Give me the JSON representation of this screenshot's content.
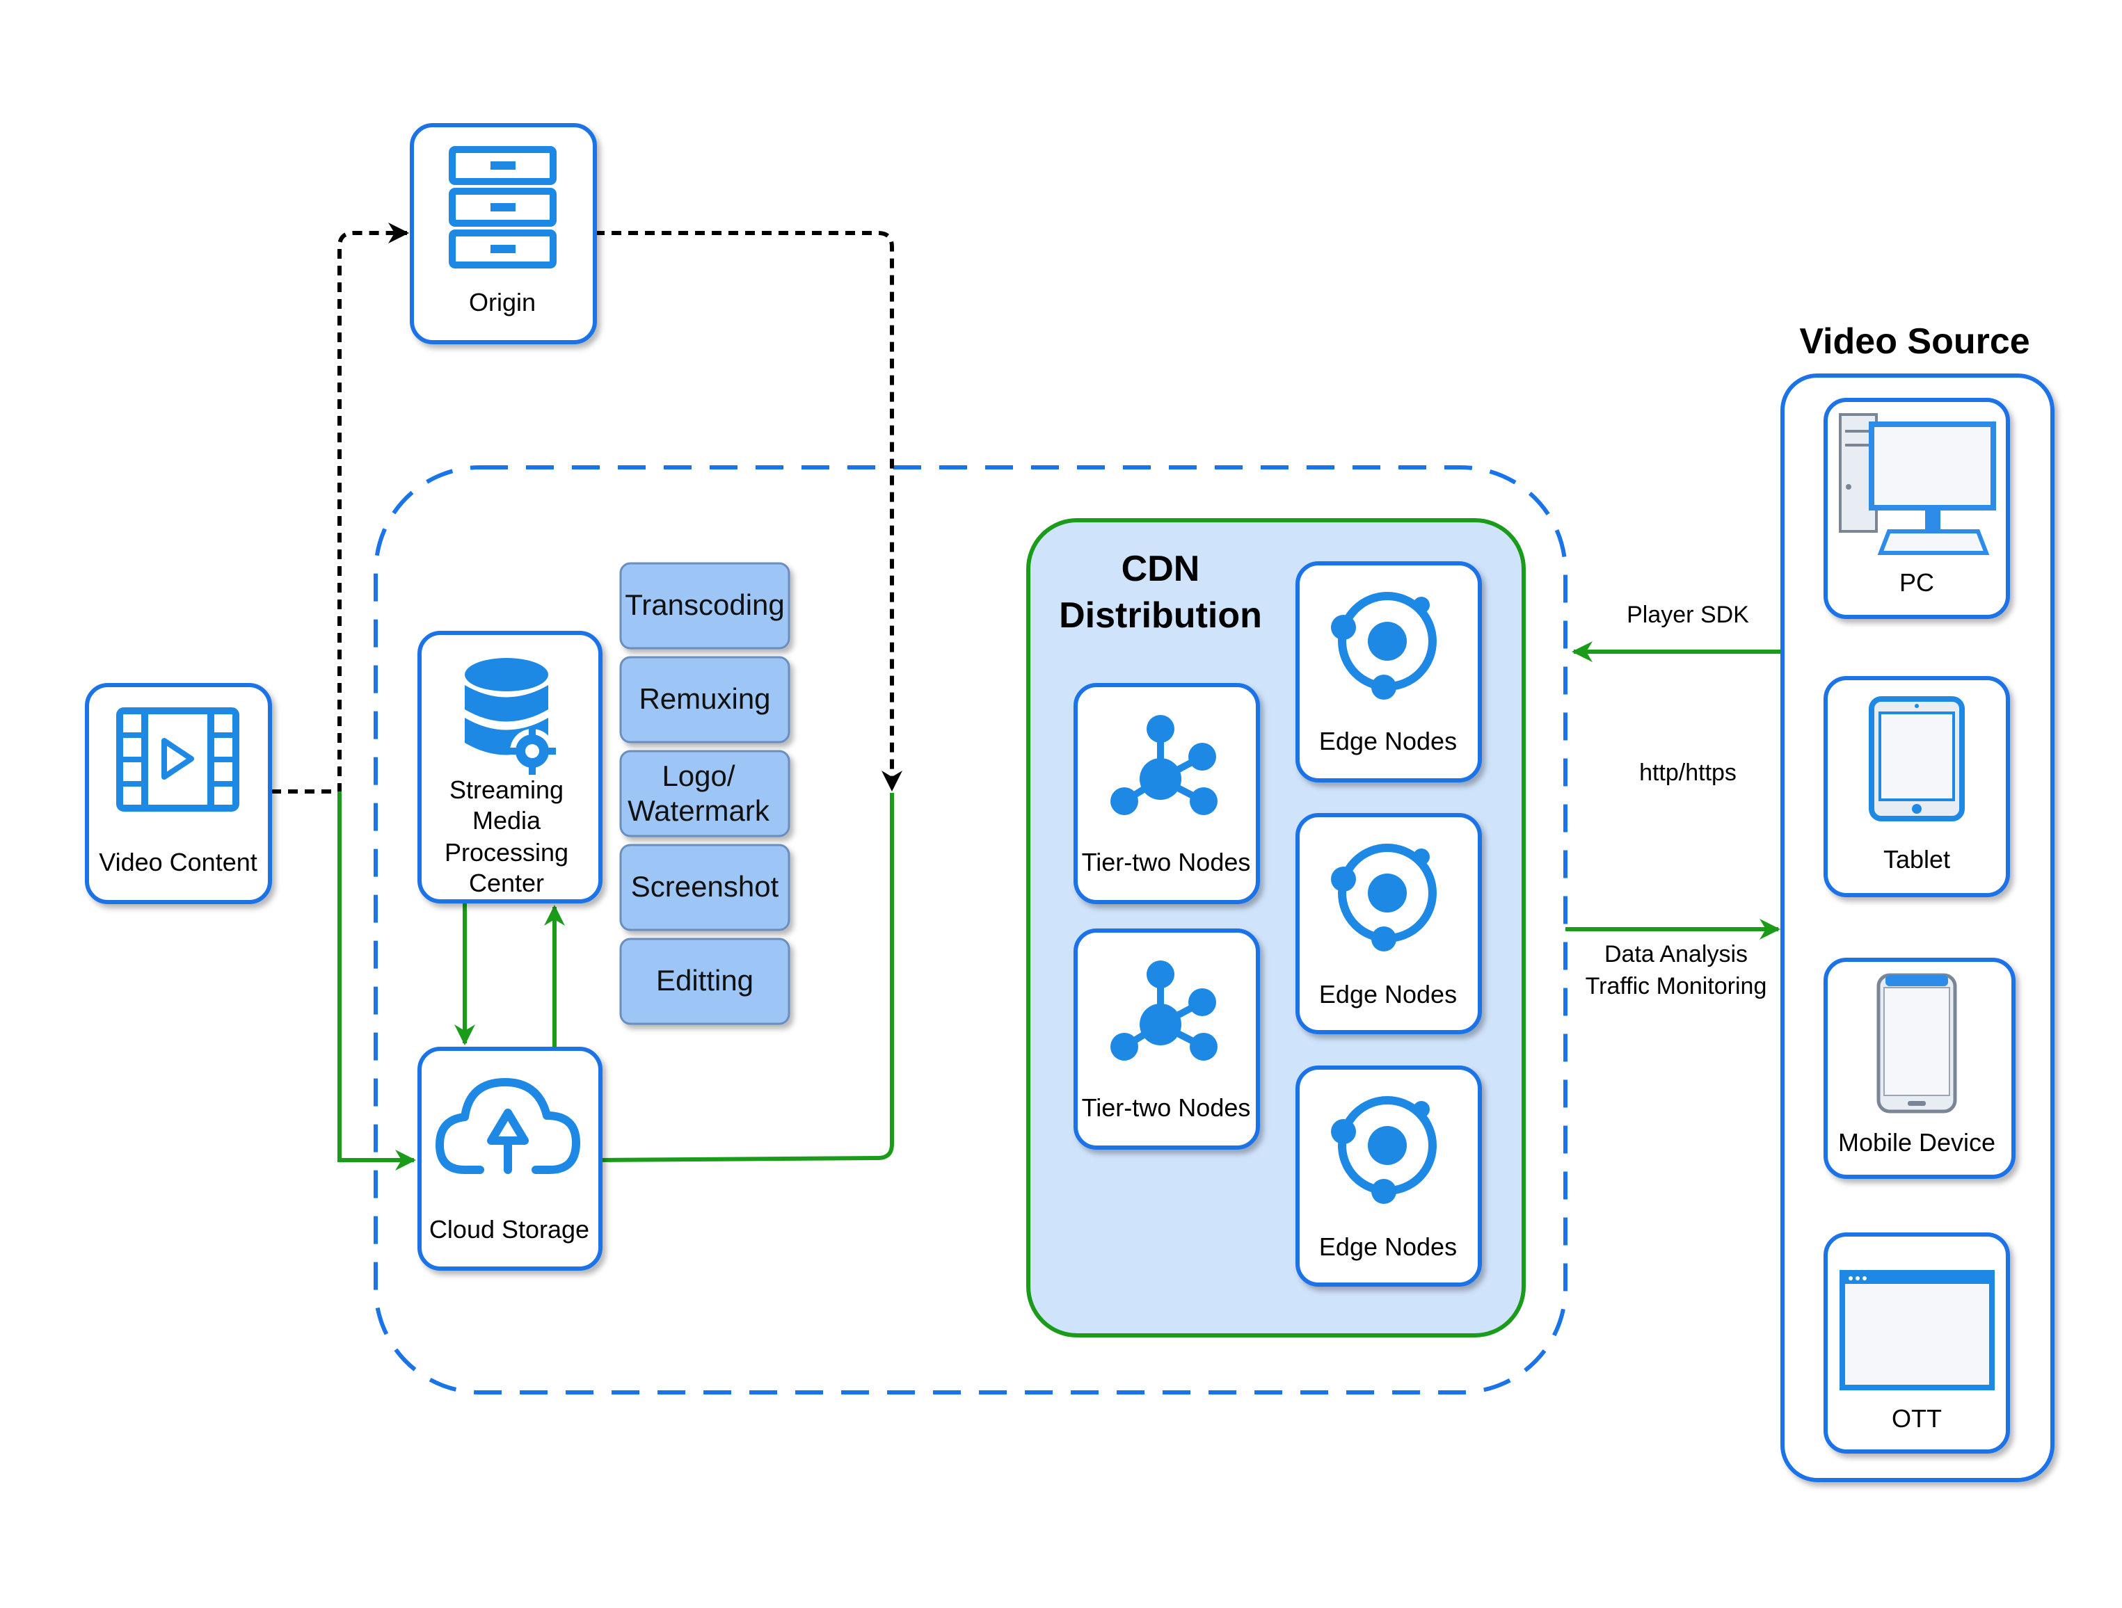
{
  "colors": {
    "primary_blue": "#1a73e8",
    "icon_blue": "#1e88e5",
    "green": "#1a9c1a",
    "process_fill": "#9dc5f5",
    "cdn_fill": "#cfe3fb",
    "black": "#000000"
  },
  "nodes": {
    "video_content": {
      "label": "Video Content",
      "icon": "video-icon"
    },
    "origin": {
      "label": "Origin",
      "icon": "server-icon"
    },
    "streaming_center": {
      "label_lines": [
        "Streaming",
        "Media",
        "Processing",
        "Center"
      ],
      "icon": "database-gear-icon"
    },
    "cloud_storage": {
      "label": "Cloud Storage",
      "icon": "cloud-upload-icon"
    }
  },
  "processes": [
    {
      "lines": [
        "Transcoding"
      ]
    },
    {
      "lines": [
        "Remuxing"
      ]
    },
    {
      "lines": [
        "Logo/",
        "Watermark"
      ]
    },
    {
      "lines": [
        "Screenshot"
      ]
    },
    {
      "lines": [
        "Editting"
      ]
    }
  ],
  "cdn": {
    "title_lines": [
      "CDN",
      "Distribution"
    ],
    "tier_two_label": "Tier-two Nodes",
    "edge_label": "Edge Nodes"
  },
  "links": {
    "player_sdk": "Player SDK",
    "http": "http/https",
    "data_analysis": "Data Analysis",
    "traffic_monitoring": "Traffic Monitoring"
  },
  "video_source": {
    "title": "Video Source",
    "devices": [
      {
        "label": "PC",
        "icon": "pc-icon"
      },
      {
        "label": "Tablet",
        "icon": "tablet-icon"
      },
      {
        "label": "Mobile Device",
        "icon": "mobile-icon"
      },
      {
        "label": "OTT",
        "icon": "ott-icon"
      }
    ]
  }
}
